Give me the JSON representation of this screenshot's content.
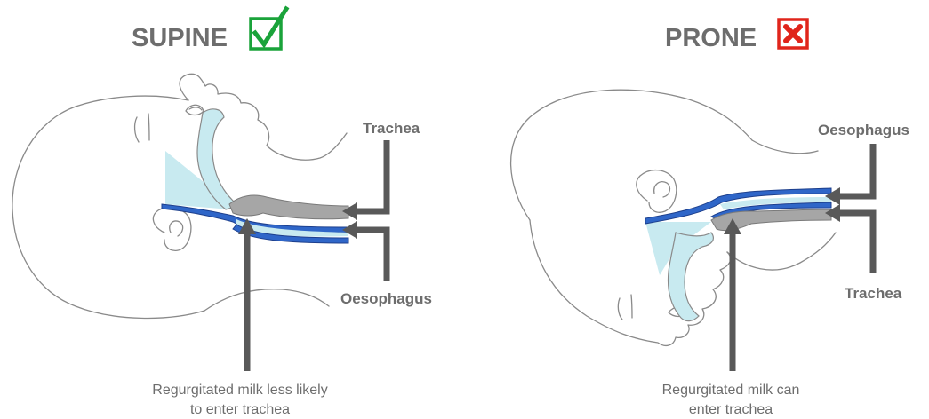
{
  "panels": [
    {
      "title": "SUPINE",
      "status_icon": "check-icon",
      "status_color": "#1aa33a",
      "labels": {
        "top": "Trachea",
        "bottom": "Oesophagus"
      },
      "caption": [
        "Regurgitated milk less likely",
        "to enter trachea"
      ]
    },
    {
      "title": "PRONE",
      "status_icon": "cross-icon",
      "status_color": "#e0251b",
      "labels": {
        "top": "Oesophagus",
        "bottom": "Trachea"
      },
      "caption": [
        "Regurgitated milk can",
        "enter trachea"
      ]
    }
  ],
  "colors": {
    "airway": "#c8eaf0",
    "oesophagus_blue": "#2f66c8",
    "trachea_gray": "#a6a6a6",
    "arrow": "#595959",
    "text": "#6d6d6d"
  }
}
